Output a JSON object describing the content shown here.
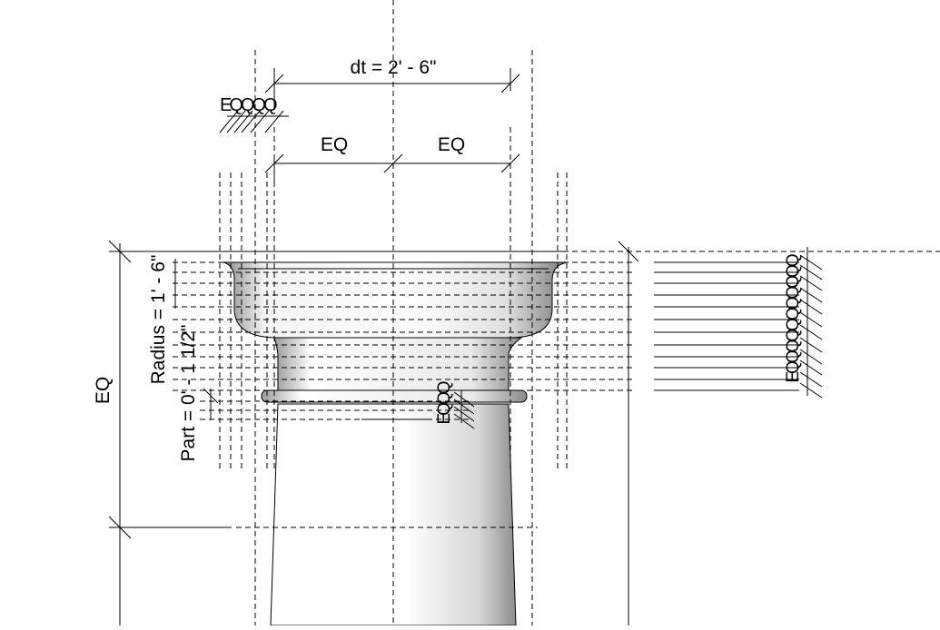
{
  "labels": {
    "dt": "dt = 2' - 6\"",
    "eq": "EQ",
    "eq_top_left": "EQQQQ",
    "eq_mid": "EQQQ",
    "eq_right": "EQQQQQQQQQQQ",
    "eq_vertical_left": "EQ",
    "radius": "Radius = 1' - 6\"",
    "part": "Part = 0' - 1 1/2\""
  },
  "colors": {
    "line": "#000000",
    "background": "#ffffff",
    "shade_dark": "#b8b8b8",
    "shade_light": "#ffffff"
  }
}
